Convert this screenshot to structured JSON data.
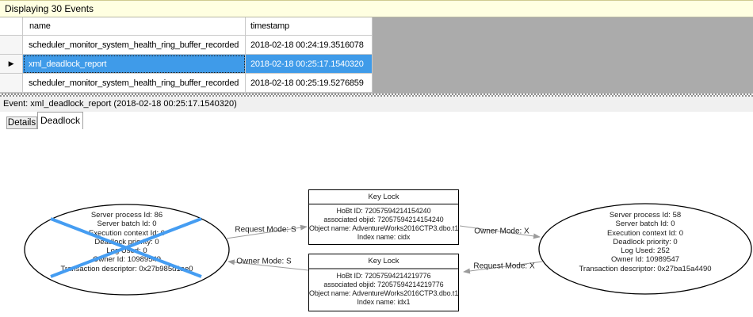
{
  "window": {
    "status_bar_text": "Displaying 30 Events"
  },
  "events_grid": {
    "row_marker": "▶",
    "columns": [
      {
        "label": "name"
      },
      {
        "label": "timestamp"
      }
    ],
    "rows": [
      {
        "name": "scheduler_monitor_system_health_ring_buffer_recorded",
        "timestamp": "2018-02-18 00:24:19.3516078",
        "selected": false
      },
      {
        "name": "xml_deadlock_report",
        "timestamp": "2018-02-18 00:25:17.1540320",
        "selected": true
      },
      {
        "name": "scheduler_monitor_system_health_ring_buffer_recorded",
        "timestamp": "2018-02-18 00:25:19.5276859",
        "selected": false
      }
    ]
  },
  "event_header": {
    "label": "Event: xml_deadlock_report (2018-02-18 00:25:17.1540320)"
  },
  "tabs": [
    {
      "label": "Details"
    },
    {
      "label": "Deadlock"
    }
  ],
  "deadlock_graph": {
    "victim_process": {
      "lines": [
        "Server process Id: 86",
        "Server batch Id: 0",
        "Execution context Id: 0",
        "Deadlock priority: 0",
        "Log Used: 0",
        "Owner Id: 10989549",
        "Transaction descriptor: 0x27b985d1ae0"
      ]
    },
    "winner_process": {
      "lines": [
        "Server process Id: 58",
        "Server batch Id: 0",
        "Execution context Id: 0",
        "Deadlock priority: 0",
        "Log Used: 252",
        "Owner Id: 10989547",
        "Transaction descriptor: 0x27ba15a4490"
      ]
    },
    "resources": [
      {
        "title": "Key Lock",
        "lines": [
          "HoBt ID: 72057594214154240",
          "associated objid: 72057594214154240",
          "Object name: AdventureWorks2016CTP3.dbo.t1",
          "Index name: cidx"
        ]
      },
      {
        "title": "Key Lock",
        "lines": [
          "HoBt ID: 72057594214219776",
          "associated objid: 72057594214219776",
          "Object name: AdventureWorks2016CTP3.dbo.t1",
          "Index name: idx1"
        ]
      }
    ],
    "edge_labels": [
      "Request Mode: S",
      "Owner Mode: X",
      "Owner Mode: S",
      "Request Mode: X"
    ]
  },
  "colors": {
    "selection_blue": "#3F9BE9",
    "info_bar_yellow": "#FFFFE1",
    "victim_cross_blue": "#459DF2",
    "grid_filler_gray": "#ABABAB"
  }
}
